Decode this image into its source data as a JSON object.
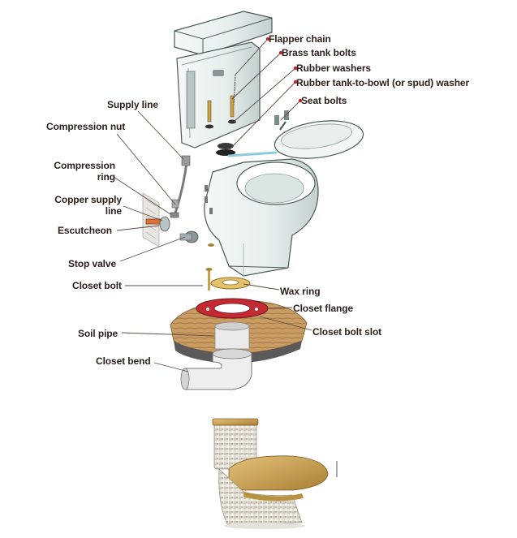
{
  "labels": {
    "flapper_chain": "Flapper chain",
    "brass_tank_bolts": "Brass tank bolts",
    "rubber_washers": "Rubber washers",
    "spud_washer": "Rubber tank-to-bowl (or spud) washer",
    "seat_bolts": "Seat bolts",
    "supply_line": "Supply line",
    "compression_nut": "Compression nut",
    "compression_ring": "Compression\nring",
    "copper_supply_line": "Copper supply\nline",
    "escutcheon": "Escutcheon",
    "stop_valve": "Stop valve",
    "closet_bolt": "Closet bolt",
    "wax_ring": "Wax ring",
    "closet_flange": "Closet flange",
    "closet_bolt_slot": "Closet bolt slot",
    "soil_pipe": "Soil pipe",
    "closet_bend": "Closet bend"
  },
  "colors": {
    "label_text": "#2a1f1a",
    "leader_line": "#5a4a44",
    "arrow_red": "#c0282d",
    "porcelain": "#eef3f1",
    "porcelain_shade": "#c9d6d3",
    "outline": "#4a5a58",
    "wax": "#e7c56a",
    "flange_red": "#c42a34",
    "wood": "#c79a62",
    "gold": "#c9a24a",
    "mosaic": "#d9d6cc"
  }
}
